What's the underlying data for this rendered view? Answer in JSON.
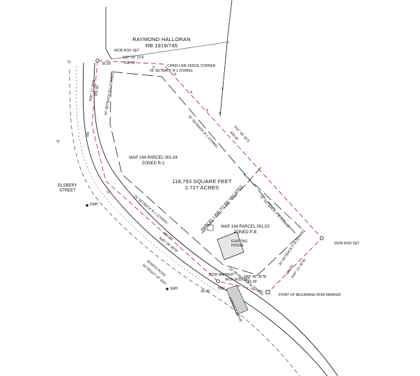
{
  "owner": {
    "name": "RAYMOND HALLORAN",
    "deed": "RB 1919/745"
  },
  "parcel_main": {
    "map": "MAP 144 PARCEL 001.04",
    "zone": "ZONED R-1",
    "area_sqft": "118,793 SQUARE FEET",
    "area_acres": "2.727 ACRES"
  },
  "parcel_adjacent": {
    "map": "MAP 144 PARCEL 001.03",
    "zone": "ZONED P-B"
  },
  "vacated_line": "PARCEL LINE TO BE VACATED",
  "existing_house": [
    "EXISTING",
    "HOUSE"
  ],
  "street": [
    "ELSBERY",
    "STREET"
  ],
  "markers": {
    "iron_rod_set_top": "IRON ROD SET",
    "chain_link_fence": "CHAIN LINK FENCE CORNER",
    "iron_rod_set_right": "IRON ROD SET",
    "row_marker": "ROW MARKER",
    "iron_rod_set_bottom": "IRON ROD SET",
    "pob": "POINT OF BEGINNING ROW MARKER"
  },
  "bearings": {
    "top": "S82° 56' 15\"E",
    "top_dist": "138.78'",
    "right": "S41° 46' 35\"E",
    "right_dist": "408.46'",
    "right_lower": "N44° 23' 30\"W",
    "right_lower_dist": "100.00'",
    "bottom": "N50° 46' 30\"W",
    "bottom_dist": "131.00'",
    "left": "N45° 08' 38\"W",
    "left_dist": "154.37'",
    "northwest": "N36° 17' 35\"E",
    "northwest_dist": "104.30'"
  },
  "dimensions": {
    "top_row": "30.00'",
    "bottom_row": "30.00'"
  },
  "setbacks": {
    "row": "50' SETBACK R-1 ZONING",
    "side": "25' SETBACK R-1 ZONING",
    "pb": "25' SETBACK P-B ZONING",
    "pb2": "20' SETBACK P-B ZONING"
  },
  "row": [
    "SPARTA ROAD",
    "50' RIGHT OF WAY"
  ],
  "drive": "ASPHALT DRIVE",
  "small_labels": {
    "dmh1": "DMH",
    "dmh2": "SMH",
    "o_top": "\"O",
    "o_mid": "\"O",
    "eb": "EB",
    "tbm": "TBM",
    "ci": "CI"
  },
  "fence_marks": [
    "x",
    "x",
    "x",
    "x",
    "x",
    "x"
  ],
  "colors": {
    "boundary": "#d02020",
    "line": "#1a1a1a",
    "drive_fill": "#cfcfcf"
  }
}
